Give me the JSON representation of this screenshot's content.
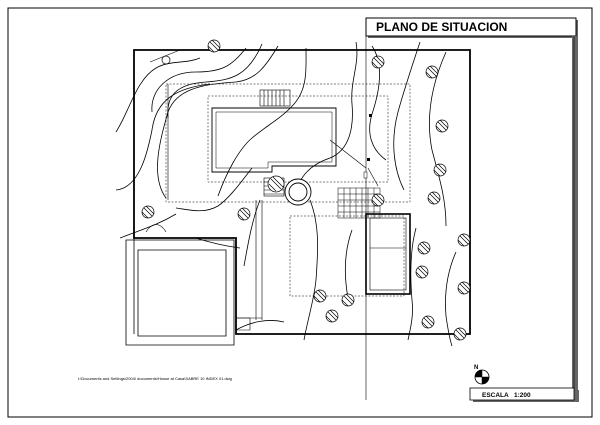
{
  "sheet": {
    "title": "PLANO DE SITUACION",
    "scale_label": "ESCALA",
    "scale_value": "1:200",
    "north_label": "N",
    "file_note": "I:\\Documents and Settings\\2004\\ documents\\House at Casa\\SABRE 10 INDEX 01.dwg"
  },
  "icons": {
    "north_arrow": "north-arrow-icon"
  }
}
